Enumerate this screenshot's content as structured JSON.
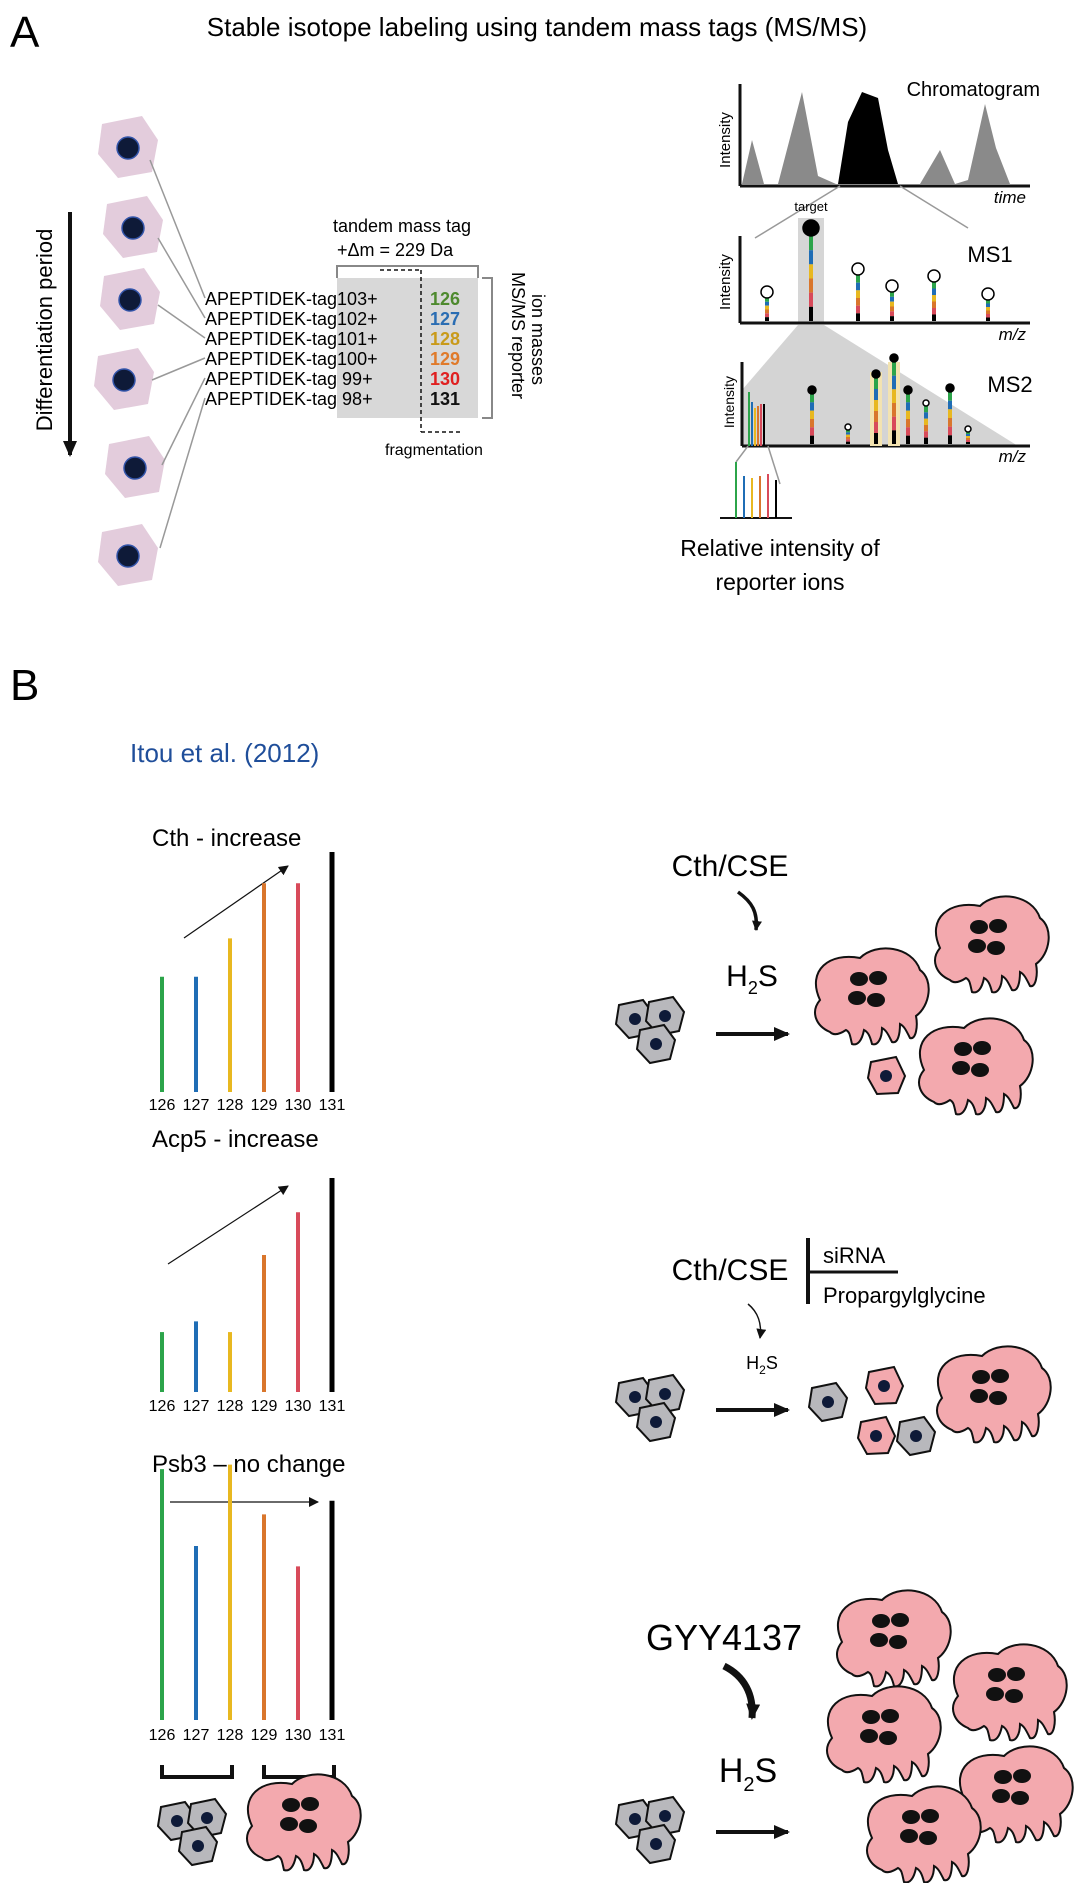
{
  "panel_a": {
    "letter": "A",
    "title": "Stable isotope labeling using tandem mass tags (MS/MS)",
    "diff_label": "Differentiation period",
    "tag_label_1": "tandem mass tag",
    "tag_label_2": "+Δm = 229 Da",
    "peptides": [
      {
        "seq": "APEPTIDEK-tag103+",
        "mass": "126",
        "color": "#4e8a2e"
      },
      {
        "seq": "APEPTIDEK-tag102+",
        "mass": "127",
        "color": "#2a6db3"
      },
      {
        "seq": "APEPTIDEK-tag101+",
        "mass": "128",
        "color": "#c99a1a"
      },
      {
        "seq": "APEPTIDEK-tag100+",
        "mass": "129",
        "color": "#e07a2a"
      },
      {
        "seq": "APEPTIDEK-tag  99+",
        "mass": "130",
        "color": "#e02020"
      },
      {
        "seq": "APEPTIDEK-tag  98+",
        "mass": "131",
        "color": "#111111"
      }
    ],
    "reporter_label_1": "MS/MS reporter",
    "reporter_label_2": "ion masses",
    "fragmentation": "fragmentation",
    "chromatogram": "Chromatogram",
    "intensity": "Intensity",
    "time": "time",
    "target": "target",
    "ms1": "MS1",
    "ms2": "MS2",
    "mz": "m/z",
    "relative_1": "Relative intensity of",
    "relative_2": "reporter ions"
  },
  "panel_b": {
    "letter": "B",
    "citation": "Itou et al. (2012)",
    "charts": [
      {
        "title": "Cth - increase",
        "ticks": [
          "126",
          "127",
          "128",
          "129",
          "130",
          "131"
        ],
        "values": [
          0.48,
          0.48,
          0.64,
          0.87,
          0.87,
          1.0
        ]
      },
      {
        "title": "Acp5 - increase",
        "ticks": [
          "126",
          "127",
          "128",
          "129",
          "130",
          "131"
        ],
        "values": [
          0.28,
          0.33,
          0.28,
          0.64,
          0.84,
          1.0
        ]
      },
      {
        "title": "Psb3 – no change",
        "ticks": [
          "126",
          "127",
          "128",
          "129",
          "130",
          "131"
        ],
        "values": [
          1.11,
          0.77,
          1.13,
          0.91,
          0.68,
          0.97
        ]
      }
    ],
    "series_colors": [
      "#2ca44a",
      "#1f6db5",
      "#e8b820",
      "#d9762c",
      "#d84a5a",
      "#000000"
    ],
    "scenario1": {
      "agent": "Cth/CSE",
      "h2s_main": "H",
      "h2s_sub": "2",
      "h2s_end": "S"
    },
    "scenario2": {
      "agent": "Cth/CSE",
      "inhib_1": "siRNA",
      "inhib_2": "Propargylglycine",
      "h2s_main": "H",
      "h2s_sub": "2",
      "h2s_end": "S"
    },
    "scenario3": {
      "agent": "GYY4137",
      "h2s_main": "H",
      "h2s_sub": "2",
      "h2s_end": "S"
    }
  }
}
